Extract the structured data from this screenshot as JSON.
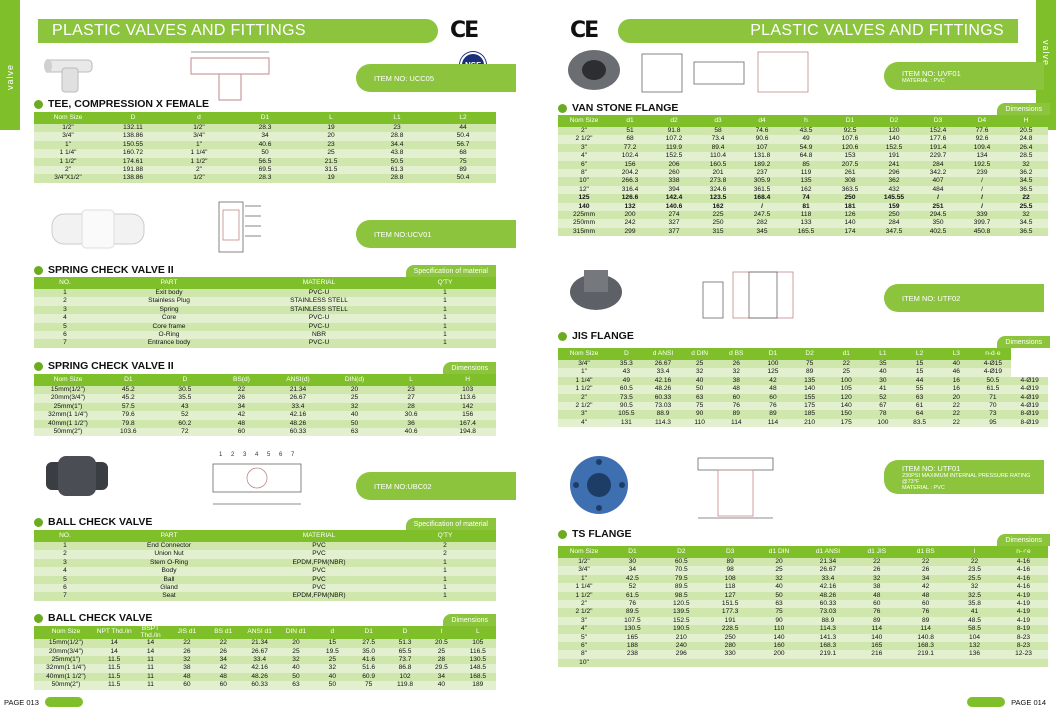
{
  "left": {
    "side": "valve",
    "header": "PLASTIC VALVES AND FITTINGS",
    "ce": "CE",
    "nsf": "NSF",
    "page": "PAGE 013",
    "tee": {
      "item": "ITEM NO: UCC05",
      "title": "TEE, COMPRESSION X FEMALE",
      "cols": [
        "Nom Size",
        "D",
        "d",
        "D1",
        "L",
        "L1",
        "L2"
      ],
      "rows": [
        [
          "1/2\"",
          "132.11",
          "1/2\"",
          "28.3",
          "19",
          "23",
          "44"
        ],
        [
          "3/4\"",
          "138.86",
          "3/4\"",
          "34",
          "20",
          "28.8",
          "50.4"
        ],
        [
          "1\"",
          "150.55",
          "1\"",
          "40.6",
          "23",
          "34.4",
          "56.7"
        ],
        [
          "1 1/4\"",
          "160.72",
          "1 1/4\"",
          "50",
          "25",
          "43.8",
          "68"
        ],
        [
          "1 1/2\"",
          "174.61",
          "1 1/2\"",
          "56.5",
          "21.5",
          "50.5",
          "75"
        ],
        [
          "2\"",
          "191.88",
          "2\"",
          "69.5",
          "31.5",
          "61.3",
          "89"
        ],
        [
          "3/4\"X1/2\"",
          "138.86",
          "1/2\"",
          "28.3",
          "19",
          "28.8",
          "50.4"
        ]
      ]
    },
    "spring": {
      "item": "ITEM NO:UCV01",
      "title": "SPRING CHECK VALVE II",
      "spec": "Specification of material",
      "cols": [
        "NO.",
        "PART",
        "MATERIAL",
        "Q'TY"
      ],
      "rows": [
        [
          "1",
          "Exit body",
          "PVC-U",
          "1"
        ],
        [
          "2",
          "Stainless Plug",
          "STAINLESS STELL",
          "1"
        ],
        [
          "3",
          "Spring",
          "STAINLESS STELL",
          "1"
        ],
        [
          "4",
          "Core",
          "PVC-U",
          "1"
        ],
        [
          "5",
          "Core frame",
          "PVC-U",
          "1"
        ],
        [
          "6",
          "O-Ring",
          "NBR",
          "1"
        ],
        [
          "7",
          "Entrance body",
          "PVC-U",
          "1"
        ]
      ]
    },
    "spring2": {
      "title": "SPRING CHECK VALVE II",
      "dim": "Dimensions",
      "cols": [
        "Nom Size",
        "D1",
        "D",
        "BS(d)",
        "ANSI(d)",
        "DIN(d)",
        "L",
        "H"
      ],
      "rows": [
        [
          "15mm(1/2\")",
          "45.2",
          "30.5",
          "22",
          "21.34",
          "20",
          "23",
          "103"
        ],
        [
          "20mm(3/4\")",
          "45.2",
          "35.5",
          "26",
          "26.67",
          "25",
          "27",
          "113.6"
        ],
        [
          "25mm(1\")",
          "57.5",
          "43",
          "34",
          "33.4",
          "32",
          "28",
          "142"
        ],
        [
          "32mm(1 1/4\")",
          "79.6",
          "52",
          "42",
          "42.16",
          "40",
          "30.6",
          "156"
        ],
        [
          "40mm(1 1/2\")",
          "79.8",
          "60.2",
          "48",
          "48.26",
          "50",
          "36",
          "167.4"
        ],
        [
          "50mm(2\")",
          "103.6",
          "72",
          "60",
          "60.33",
          "63",
          "40.6",
          "194.8"
        ]
      ]
    },
    "ball": {
      "item": "ITEM NO:UBC02",
      "title": "BALL CHECK VALVE",
      "spec": "Specification of material",
      "cols": [
        "NO.",
        "PART",
        "MATERIAL",
        "Q'TY"
      ],
      "rows": [
        [
          "1",
          "End Connector",
          "PVC",
          "2"
        ],
        [
          "2",
          "Union Nut",
          "PVC",
          "2"
        ],
        [
          "3",
          "Stem O-Ring",
          "EPDM,FPM(NBR)",
          "1"
        ],
        [
          "4",
          "Body",
          "PVC",
          "1"
        ],
        [
          "5",
          "Ball",
          "PVC",
          "1"
        ],
        [
          "6",
          "Gland",
          "PVC",
          "1"
        ],
        [
          "7",
          "Seat",
          "EPDM,FPM(NBR)",
          "1"
        ]
      ]
    },
    "ball2": {
      "title": "BALL CHECK VALVE",
      "dim": "Dimensions",
      "cols": [
        "Nom Size",
        "NPT Thd./in",
        "BSPT Thd./in",
        "JIS d1",
        "BS d1",
        "ANSI d1",
        "DIN d1",
        "d",
        "D1",
        "D",
        "l",
        "L"
      ],
      "rows": [
        [
          "15mm(1/2\")",
          "14",
          "14",
          "22",
          "22",
          "21.34",
          "20",
          "15",
          "27.5",
          "51.3",
          "20.5",
          "105"
        ],
        [
          "20mm(3/4\")",
          "14",
          "14",
          "26",
          "26",
          "26.67",
          "25",
          "19.5",
          "35.0",
          "65.5",
          "25",
          "116.5"
        ],
        [
          "25mm(1\")",
          "11.5",
          "11",
          "32",
          "34",
          "33.4",
          "32",
          "25",
          "41.6",
          "73.7",
          "28",
          "130.5"
        ],
        [
          "32mm(1 1/4\")",
          "11.5",
          "11",
          "38",
          "42",
          "42.16",
          "40",
          "32",
          "51.6",
          "86.8",
          "29.5",
          "148.5"
        ],
        [
          "40mm(1 1/2\")",
          "11.5",
          "11",
          "48",
          "48",
          "48.26",
          "50",
          "40",
          "60.9",
          "102",
          "34",
          "168.5"
        ],
        [
          "50mm(2\")",
          "11.5",
          "11",
          "60",
          "60",
          "60.33",
          "63",
          "50",
          "75",
          "119.8",
          "40",
          "189"
        ]
      ]
    }
  },
  "right": {
    "side": "valve",
    "header": "PLASTIC VALVES AND FITTINGS",
    "ce": "CE",
    "page": "PAGE 014",
    "van": {
      "item": "ITEM NO: UVF01",
      "sub": "MATERIAL : PVC",
      "title": "VAN STONE FLANGE",
      "dim": "Dimensions",
      "cols": [
        "Nom Size",
        "d1",
        "d2",
        "d3",
        "d4",
        "h",
        "D1",
        "D2",
        "D3",
        "D4",
        "H"
      ],
      "rows": [
        [
          "2\"",
          "51",
          "91.8",
          "58",
          "74.6",
          "43.5",
          "92.5",
          "120",
          "152.4",
          "77.6",
          "20.5"
        ],
        [
          "2 1/2\"",
          "68",
          "107.2",
          "73.4",
          "90.6",
          "49",
          "107.6",
          "140",
          "177.6",
          "92.6",
          "24.8"
        ],
        [
          "3\"",
          "77.2",
          "119.9",
          "89.4",
          "107",
          "54.9",
          "120.6",
          "152.5",
          "191.4",
          "109.4",
          "26.4"
        ],
        [
          "4\"",
          "102.4",
          "152.5",
          "110.4",
          "131.8",
          "64.8",
          "153",
          "191",
          "229.7",
          "134",
          "28.5"
        ],
        [
          "6\"",
          "156",
          "206",
          "160.5",
          "189.2",
          "85",
          "207.5",
          "241",
          "284",
          "192.5",
          "32"
        ],
        [
          "8\"",
          "204.2",
          "260",
          "201",
          "237",
          "119",
          "261",
          "296",
          "342.2",
          "239",
          "36.2"
        ],
        [
          "10\"",
          "266.3",
          "338",
          "273.8",
          "305.9",
          "135",
          "308",
          "362",
          "407",
          "/",
          "34.5"
        ],
        [
          "12\"",
          "316.4",
          "394",
          "324.6",
          "361.5",
          "162",
          "363.5",
          "432",
          "484",
          "/",
          "36.5"
        ],
        [
          "125",
          "126.6",
          "142.4",
          "123.5",
          "168.4",
          "74",
          "250",
          "145.55",
          "/",
          "/",
          "22"
        ],
        [
          "140",
          "132",
          "140.6",
          "162",
          "/",
          "81",
          "181",
          "159",
          "251",
          "/",
          "25.5"
        ],
        [
          "225mm",
          "200",
          "274",
          "225",
          "247.5",
          "118",
          "126",
          "250",
          "294.5",
          "339",
          "32"
        ],
        [
          "250mm",
          "242",
          "327",
          "250",
          "282",
          "133",
          "140",
          "284",
          "350",
          "399.7",
          "34.5"
        ],
        [
          "315mm",
          "299",
          "377",
          "315",
          "345",
          "165.5",
          "174",
          "347.5",
          "402.5",
          "450.8",
          "36.5"
        ]
      ]
    },
    "jis": {
      "item": "ITEM NO: UTF02",
      "title": "JIS FLANGE",
      "dim": "Dimensions",
      "cols": [
        "Nom Size",
        "D",
        "d ANSI",
        "d DIN",
        "d BS",
        "D1",
        "D2",
        "d1",
        "L1",
        "L2",
        "L3",
        "n-d·e"
      ],
      "rows": [
        [
          "3/4\"",
          "35.3",
          "26.67",
          "25",
          "26",
          "100",
          "75",
          "22",
          "35",
          "15",
          "40",
          "4-Ø15"
        ],
        [
          "1\"",
          "43",
          "33.4",
          "32",
          "32",
          "125",
          "89",
          "25",
          "40",
          "15",
          "46",
          "4-Ø19"
        ],
        [
          "1 1/4\"",
          "49",
          "42.16",
          "40",
          "38",
          "42",
          "135",
          "100",
          "30",
          "44",
          "16",
          "50.5",
          "4-Ø19"
        ],
        [
          "1 1/2\"",
          "60.5",
          "48.26",
          "50",
          "48",
          "48",
          "140",
          "105",
          "41",
          "55",
          "16",
          "61.5",
          "4-Ø19"
        ],
        [
          "2\"",
          "73.5",
          "60.33",
          "63",
          "60",
          "60",
          "155",
          "120",
          "52",
          "63",
          "20",
          "71",
          "4-Ø19"
        ],
        [
          "2 1/2\"",
          "90.5",
          "73.03",
          "75",
          "76",
          "76",
          "175",
          "140",
          "67",
          "61",
          "22",
          "70",
          "4-Ø19"
        ],
        [
          "3\"",
          "105.5",
          "88.9",
          "90",
          "89",
          "89",
          "185",
          "150",
          "78",
          "64",
          "22",
          "73",
          "8-Ø19"
        ],
        [
          "4\"",
          "131",
          "114.3",
          "110",
          "114",
          "114",
          "210",
          "175",
          "100",
          "83.5",
          "22",
          "95",
          "8-Ø19"
        ]
      ]
    },
    "ts": {
      "item": "ITEM NO: UTF01",
      "sub1": "230PSI MAXIMUM INTERNAL PRESSURE RATING @73°F",
      "sub2": "MATERIAL : PVC",
      "title": "TS FLANGE",
      "dim": "Dimensions",
      "cols": [
        "Nom Size",
        "D1",
        "D2",
        "D3",
        "d1 DIN",
        "d1 ANSI",
        "d1 JIS",
        "d1 BS",
        "l",
        "n-♂e"
      ],
      "rows": [
        [
          "1/2\"",
          "30",
          "60.5",
          "89",
          "20",
          "21.34",
          "22",
          "22",
          "22",
          "4-16"
        ],
        [
          "3/4\"",
          "34",
          "70.5",
          "98",
          "25",
          "26.67",
          "26",
          "26",
          "23.5",
          "4-16"
        ],
        [
          "1\"",
          "42.5",
          "79.5",
          "108",
          "32",
          "33.4",
          "32",
          "34",
          "25.5",
          "4-16"
        ],
        [
          "1 1/4\"",
          "52",
          "89.5",
          "118",
          "40",
          "42.16",
          "38",
          "42",
          "32",
          "4-16"
        ],
        [
          "1 1/2\"",
          "61.5",
          "98.5",
          "127",
          "50",
          "48.26",
          "48",
          "48",
          "32.5",
          "4-19"
        ],
        [
          "2\"",
          "76",
          "120.5",
          "151.5",
          "63",
          "60.33",
          "60",
          "60",
          "35.8",
          "4-19"
        ],
        [
          "2 1/2\"",
          "89.5",
          "139.5",
          "177.3",
          "75",
          "73.03",
          "76",
          "76",
          "41",
          "4-19"
        ],
        [
          "3\"",
          "107.5",
          "152.5",
          "191",
          "90",
          "88.9",
          "89",
          "89",
          "48.5",
          "4-19"
        ],
        [
          "4\"",
          "130.5",
          "190.5",
          "228.5",
          "110",
          "114.3",
          "114",
          "114",
          "58.5",
          "8-19"
        ],
        [
          "5\"",
          "165",
          "210",
          "250",
          "140",
          "141.3",
          "140",
          "140.8",
          "104",
          "8-23"
        ],
        [
          "6\"",
          "188",
          "240",
          "280",
          "160",
          "168.3",
          "165",
          "168.3",
          "132",
          "8-23"
        ],
        [
          "8\"",
          "238",
          "296",
          "330",
          "200",
          "219.1",
          "216",
          "219.1",
          "136",
          "12-23"
        ],
        [
          "10\"",
          "",
          "",
          "",
          "",
          "",
          "",
          "",
          "",
          ""
        ]
      ]
    }
  }
}
